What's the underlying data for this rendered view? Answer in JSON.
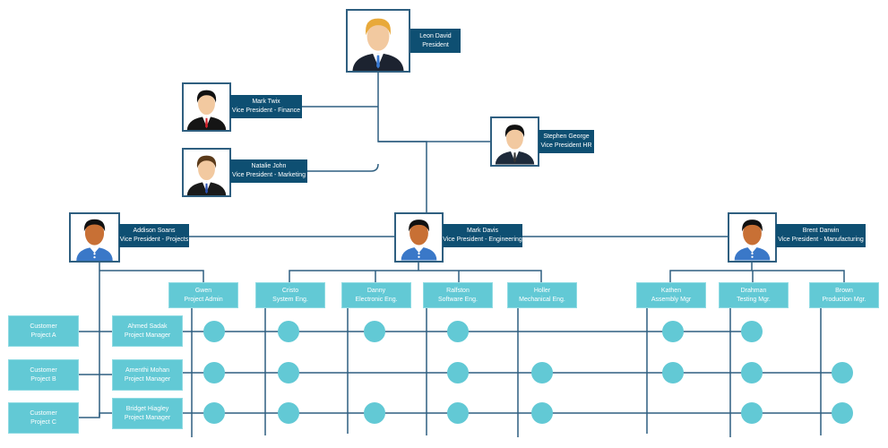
{
  "colors": {
    "label_bg": "#0e4f72",
    "box_bg": "#62c9d5",
    "line": "#2f5f80",
    "circle": "#62c9d5",
    "shirt": "#3a78c8",
    "skin": "#c87035"
  },
  "president": {
    "name": "Leon David",
    "title": "President"
  },
  "vps": [
    {
      "name": "Mark Twix",
      "title": "Vice President - Finance"
    },
    {
      "name": "Natalie John",
      "title": "Vice President - Marketing"
    },
    {
      "name": "Stephen George",
      "title": "Vice President HR"
    },
    {
      "name": "Addison Soans",
      "title": "Vice President - Projects"
    },
    {
      "name": "Mark Davis",
      "title": "Vice President - Engineering"
    },
    {
      "name": "Brent Darwin",
      "title": "Vice President - Manufacturing"
    }
  ],
  "staff": [
    {
      "name": "Gwen",
      "title": "Project Admin"
    },
    {
      "name": "Cristo",
      "title": "System Eng."
    },
    {
      "name": "Danny",
      "title": "Electronic Eng."
    },
    {
      "name": "Ralfston",
      "title": "Software Eng."
    },
    {
      "name": "Holler",
      "title": "Mechanical Eng."
    },
    {
      "name": "Kathen",
      "title": "Assembly Mgr"
    },
    {
      "name": "Drahman",
      "title": "Testing Mgr."
    },
    {
      "name": "Brown",
      "title": "Production Mgr."
    }
  ],
  "projects": [
    {
      "customer": "Customer",
      "project": "Project A",
      "manager": "Ahmed Sadak",
      "manager_title": "Project Manager",
      "assigned": [
        "Gwen",
        "Cristo",
        "Danny",
        "Ralfston",
        "Kathen",
        "Drahman"
      ]
    },
    {
      "customer": "Customer",
      "project": "Project B",
      "manager": "Amenthi Mohan",
      "manager_title": "Project Manager",
      "assigned": [
        "Gwen",
        "Cristo",
        "Ralfston",
        "Holler",
        "Kathen",
        "Drahman",
        "Brown"
      ]
    },
    {
      "customer": "Customer",
      "project": "Project C",
      "manager": "Bridget Hiagley",
      "manager_title": "Project Manager",
      "assigned": [
        "Gwen",
        "Cristo",
        "Danny",
        "Ralfston",
        "Holler",
        "Drahman",
        "Brown"
      ]
    }
  ]
}
